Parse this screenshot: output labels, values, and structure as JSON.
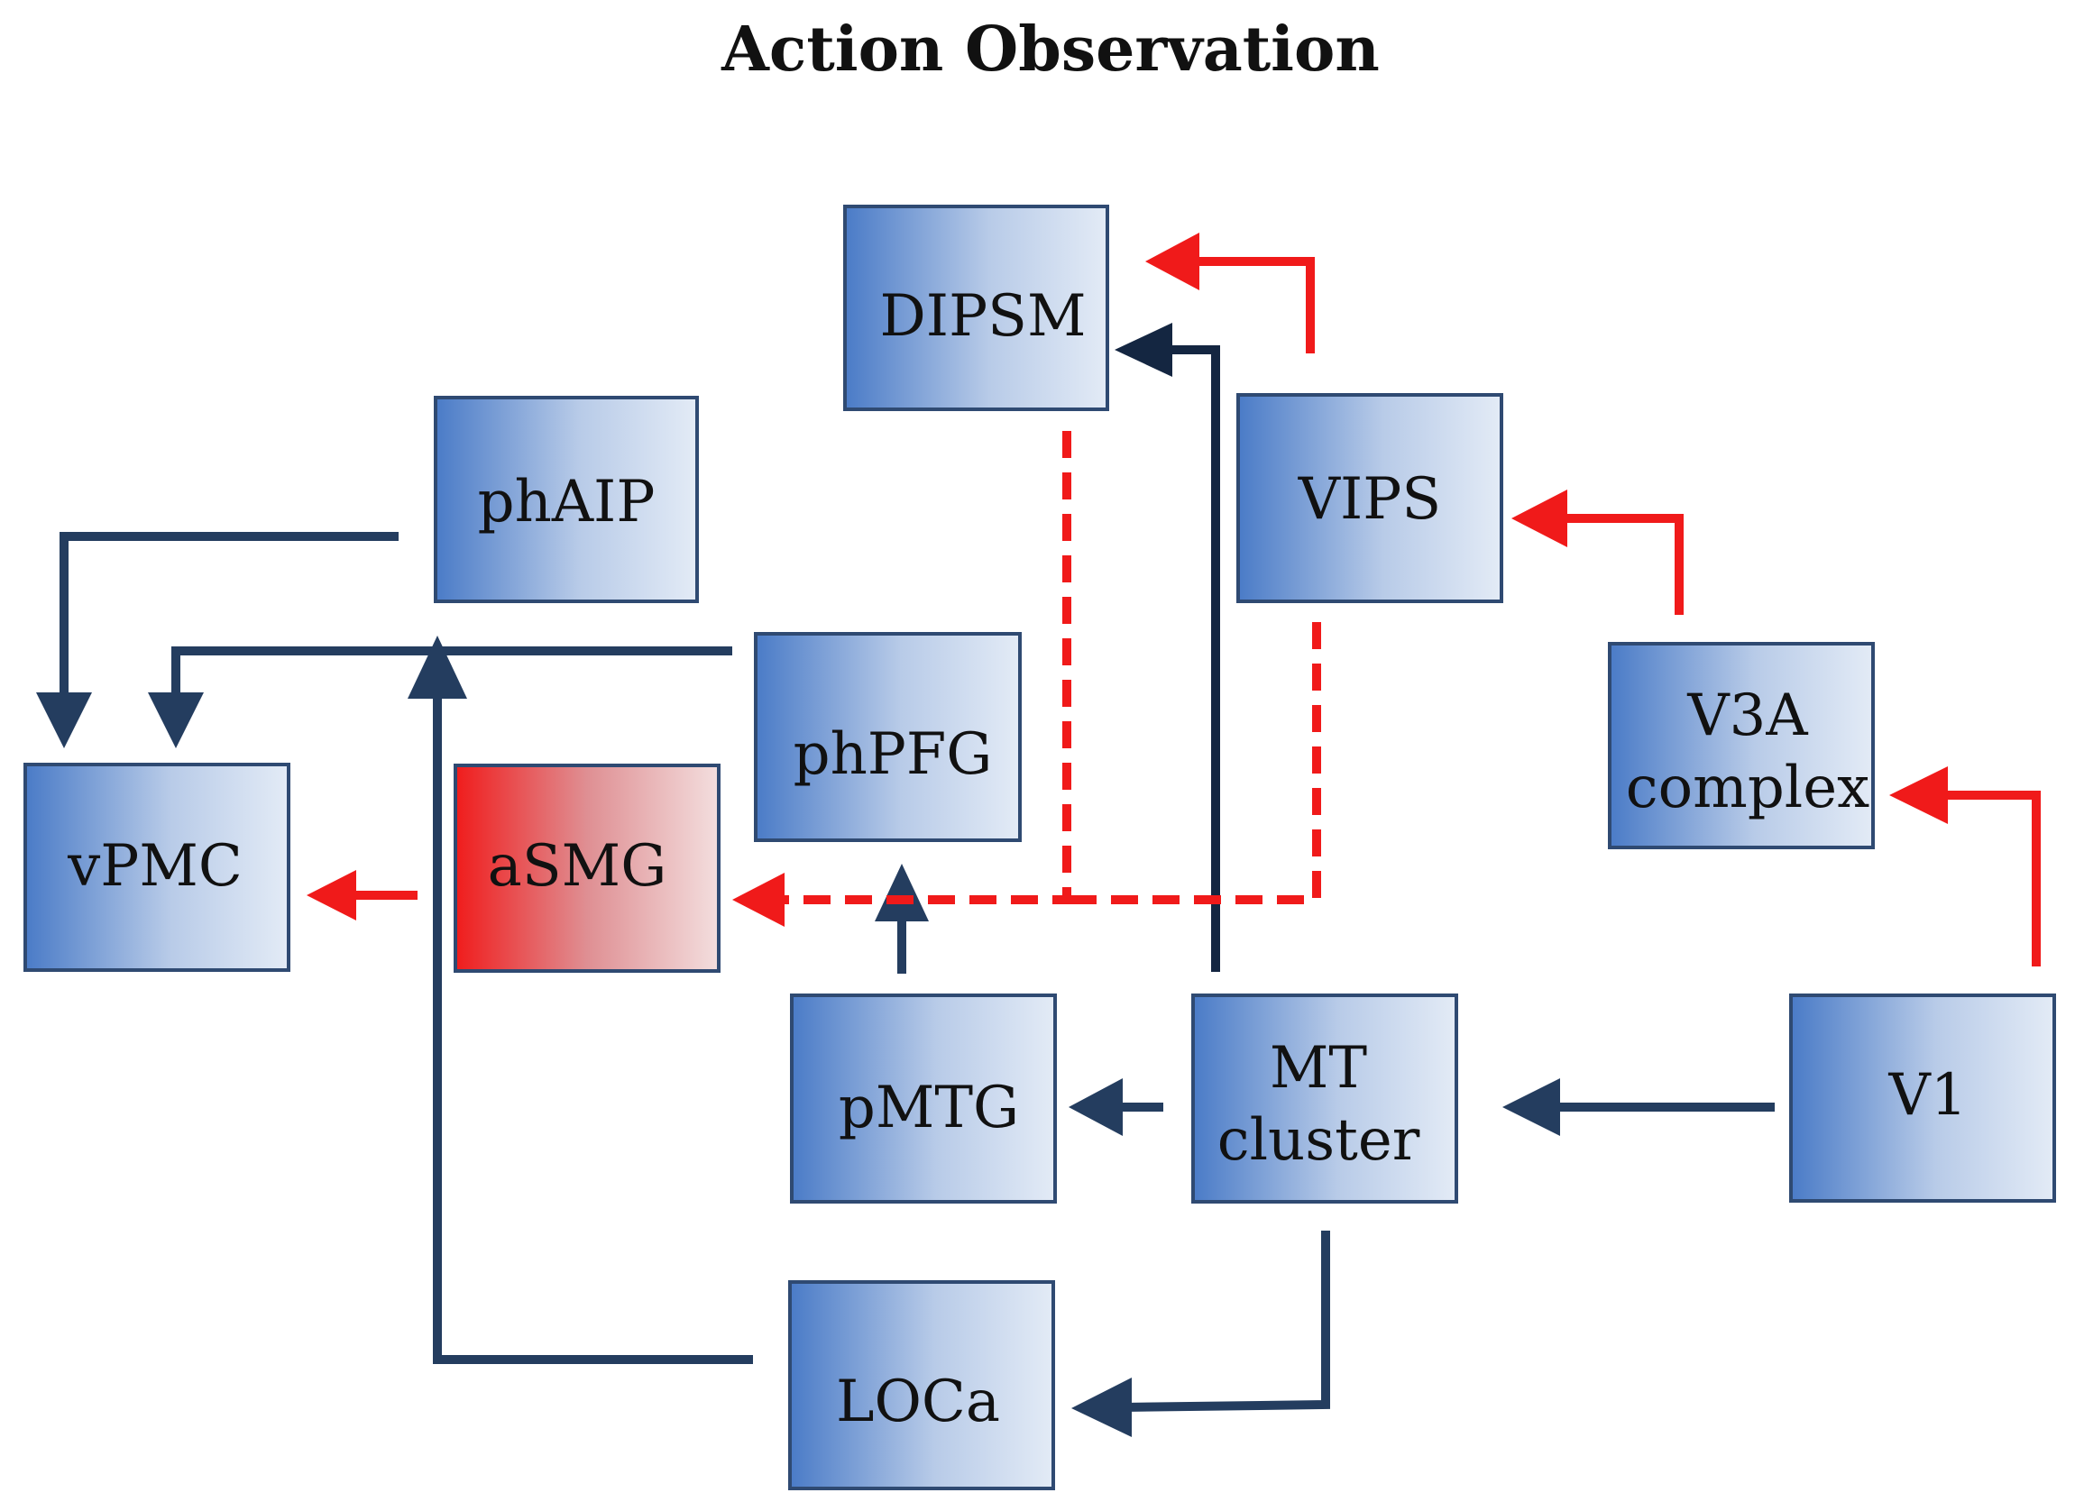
{
  "title": "Action Observation",
  "nodes": {
    "dipsm": {
      "label": "DIPSM"
    },
    "phaip": {
      "label": "phAIP"
    },
    "vips": {
      "label": "VIPS"
    },
    "phpfg": {
      "label": "phPFG"
    },
    "v3a": {
      "line1": "V3A",
      "line2": "complex"
    },
    "vpmc": {
      "label": "vPMC"
    },
    "asmg": {
      "label": "aSMG"
    },
    "pmtg": {
      "label": "pMTG"
    },
    "mt": {
      "line1": "MT",
      "line2": "cluster"
    },
    "v1": {
      "label": "V1"
    },
    "loca": {
      "label": "LOCa"
    }
  },
  "colors": {
    "node_blue": "#4a7bc7",
    "node_light": "#e3ebf6",
    "highlight_red": "#f01c1c",
    "highlight_light": "#f3dede",
    "arrow_navy": "#243d5f",
    "arrow_red": "#f01a1a"
  }
}
